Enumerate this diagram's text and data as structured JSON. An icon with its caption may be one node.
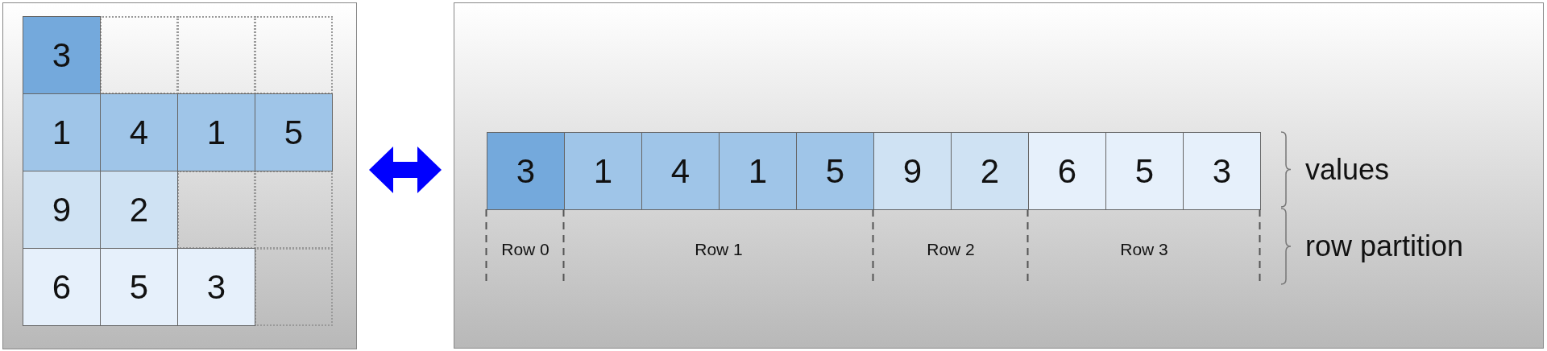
{
  "diagram": {
    "nodes": [
      {
        "text": [],
        "shape": "box"
      },
      {
        "text": [
          "3"
        ],
        "in": 0
      },
      {
        "text": [
          "1"
        ],
        "in": 0
      },
      {
        "text": [
          "4"
        ],
        "in": 0
      },
      {
        "text": [
          "1"
        ],
        "in": 0
      },
      {
        "text": [
          "5"
        ],
        "in": 0
      },
      {
        "text": [
          "9"
        ],
        "in": 0
      },
      {
        "text": [
          "2"
        ],
        "in": 0
      },
      {
        "text": [
          "6"
        ],
        "in": 0
      },
      {
        "text": [
          "5"
        ],
        "in": 0
      },
      {
        "text": [
          "3"
        ],
        "in": 0
      },
      {
        "text": [],
        "shape": "box",
        "in": 0
      },
      {
        "text": [],
        "shape": "box",
        "in": 0
      },
      {
        "text": [],
        "shape": "box",
        "in": 0
      },
      {
        "text": [],
        "shape": "box",
        "in": 0
      },
      {
        "text": [],
        "shape": "box",
        "in": 0
      },
      {
        "text": [],
        "shape": "box",
        "in": 0
      },
      {
        "text": [],
        "shape": "box"
      },
      {
        "text": [
          "3"
        ],
        "in": 17
      },
      {
        "text": [
          "1"
        ],
        "in": 17
      },
      {
        "text": [
          "4"
        ],
        "in": 17
      },
      {
        "text": [
          "1"
        ],
        "in": 17
      },
      {
        "text": [
          "5"
        ],
        "in": 17
      },
      {
        "text": [
          "9"
        ],
        "in": 17
      },
      {
        "text": [
          "2"
        ],
        "in": 17
      },
      {
        "text": [
          "6"
        ],
        "in": 17
      },
      {
        "text": [
          "5"
        ],
        "in": 17
      },
      {
        "text": [
          "3"
        ],
        "in": 17
      }
    ],
    "edges": [
      {
        "from": 0,
        "to": 17,
        "arrow": "both",
        "color": "#0000ff"
      }
    ],
    "labels": [
      "Row 0",
      "Row 1",
      "Row 2",
      "Row 3",
      "values",
      "row partition"
    ]
  }
}
